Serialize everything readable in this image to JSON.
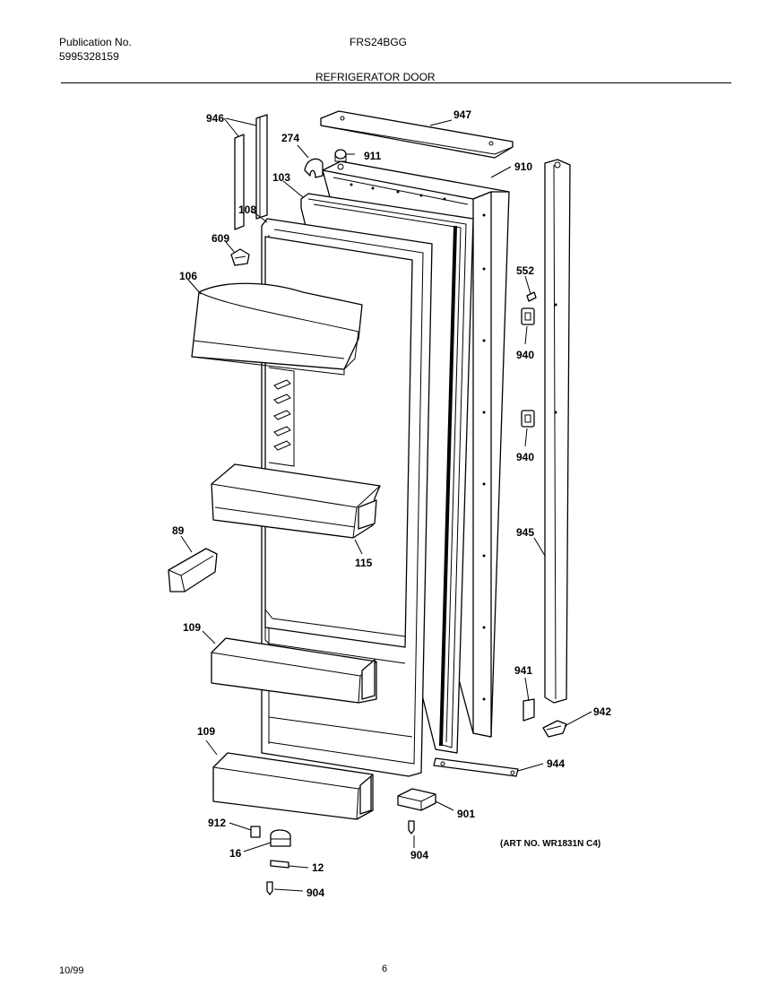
{
  "header": {
    "publication_label": "Publication No.",
    "publication_number": "5995328159",
    "model": "FRS24BGG",
    "section_title": "REFRIGERATOR DOOR"
  },
  "footer": {
    "date": "10/99",
    "page": "6"
  },
  "art_number": "(ART NO. WR1831N C4)",
  "callouts": {
    "c946": "946",
    "c274": "274",
    "c911": "911",
    "c947": "947",
    "c910": "910",
    "c103": "103",
    "c108": "108",
    "c609": "609",
    "c106": "106",
    "c552": "552",
    "c940a": "940",
    "c940b": "940",
    "c945": "945",
    "c89": "89",
    "c115": "115",
    "c109a": "109",
    "c109b": "109",
    "c941": "941",
    "c942": "942",
    "c944": "944",
    "c901": "901",
    "c904a": "904",
    "c912": "912",
    "c16": "16",
    "c12": "12",
    "c904b": "904"
  }
}
